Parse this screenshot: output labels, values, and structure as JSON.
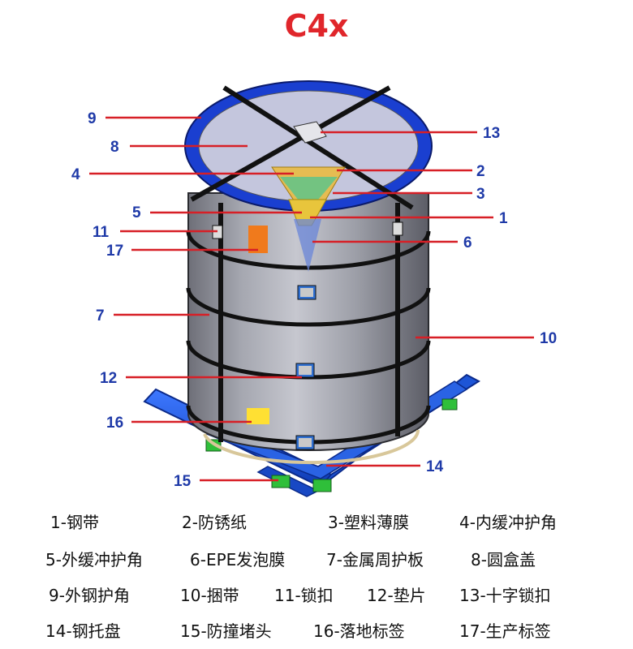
{
  "title": "C4x",
  "callouts": {
    "c1": "1",
    "c2": "2",
    "c3": "3",
    "c4": "4",
    "c5": "5",
    "c6": "6",
    "c7": "7",
    "c8": "8",
    "c9": "9",
    "c10": "10",
    "c11": "11",
    "c12": "12",
    "c13": "13",
    "c14": "14",
    "c15": "15",
    "c16": "16",
    "c17": "17"
  },
  "legend": {
    "r1": [
      "1-钢带",
      "2-防锈纸",
      "3-塑料薄膜",
      "4-内缓冲护角"
    ],
    "r2": [
      "5-外缓冲护角",
      "6-EPE发泡膜",
      "7-金属周护板",
      "8-圆盒盖"
    ],
    "r3": [
      "9-外钢护角",
      "10-捆带",
      "11-锁扣",
      "12-垫片",
      "13-十字锁扣"
    ],
    "r4": [
      "14-钢托盘",
      "15-防撞堵头",
      "16-落地标签",
      "17-生产标签"
    ]
  },
  "colors": {
    "callout_number": "#1f3aa8",
    "leader_line": "#d71f26",
    "title": "#e0262b",
    "pallet": "#1d55d6",
    "edge_guard": "#1a3fd0",
    "bumper": "#2fbf3a",
    "label_floor": "#ffe033",
    "label_production": "#f07a1c"
  }
}
